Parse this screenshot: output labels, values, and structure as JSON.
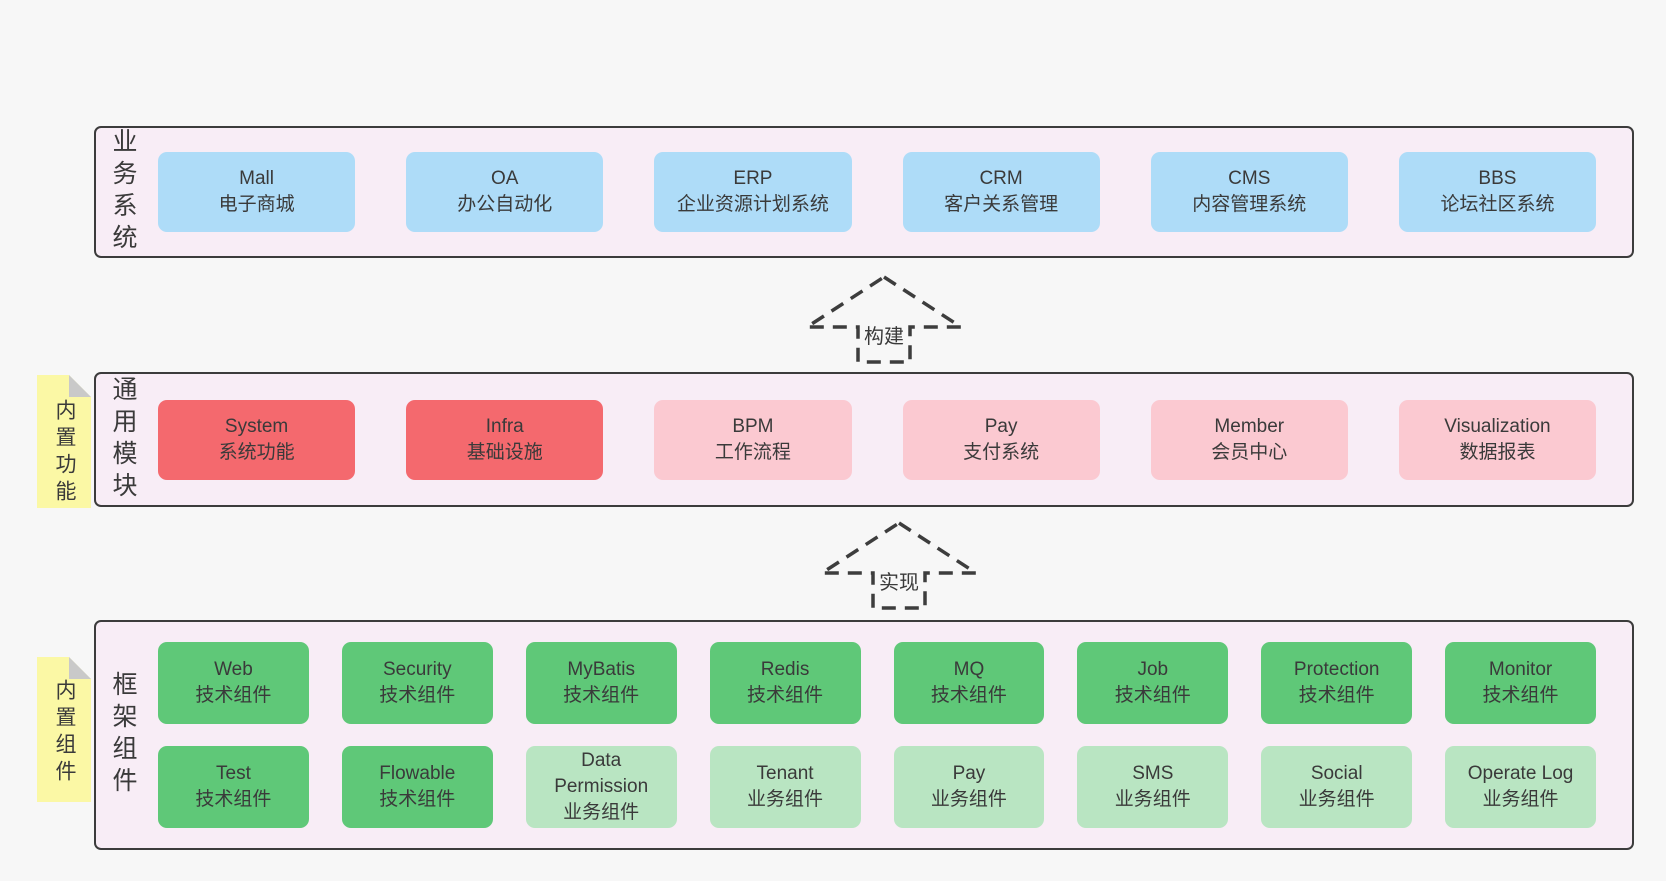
{
  "page": {
    "background": "#f7f7f7"
  },
  "colors": {
    "band_background": "#f8edf6",
    "band_border": "#3c3c3c",
    "text": "#3a3a3a",
    "blue": "#aedcf8",
    "red": "#f4696e",
    "pink": "#fbc9d1",
    "green": "#5fc878",
    "light_green": "#b9e5c2",
    "sticky_yellow": "#fbf8a5",
    "sticky_fold": "#c9c9c9"
  },
  "arrows": [
    {
      "label": "构建"
    },
    {
      "label": "实现"
    }
  ],
  "bands": [
    {
      "label": "业务系统",
      "boxes": [
        {
          "title": "Mall",
          "subtitle": "电子商城"
        },
        {
          "title": "OA",
          "subtitle": "办公自动化"
        },
        {
          "title": "ERP",
          "subtitle": "企业资源计划系统"
        },
        {
          "title": "CRM",
          "subtitle": "客户关系管理"
        },
        {
          "title": "CMS",
          "subtitle": "内容管理系统"
        },
        {
          "title": "BBS",
          "subtitle": "论坛社区系统"
        }
      ]
    },
    {
      "label": "通用模块",
      "sticky_label": "内置功能",
      "boxes": [
        {
          "title": "System",
          "subtitle": "系统功能"
        },
        {
          "title": "Infra",
          "subtitle": "基础设施"
        },
        {
          "title": "BPM",
          "subtitle": "工作流程"
        },
        {
          "title": "Pay",
          "subtitle": "支付系统"
        },
        {
          "title": "Member",
          "subtitle": "会员中心"
        },
        {
          "title": "Visualization",
          "subtitle": "数据报表"
        }
      ]
    },
    {
      "label": "框架组件",
      "sticky_label": "内置组件",
      "boxes": [
        {
          "title": "Web",
          "subtitle": "技术组件"
        },
        {
          "title": "Security",
          "subtitle": "技术组件"
        },
        {
          "title": "MyBatis",
          "subtitle": "技术组件"
        },
        {
          "title": "Redis",
          "subtitle": "技术组件"
        },
        {
          "title": "MQ",
          "subtitle": "技术组件"
        },
        {
          "title": "Job",
          "subtitle": "技术组件"
        },
        {
          "title": "Protection",
          "subtitle": "技术组件"
        },
        {
          "title": "Monitor",
          "subtitle": "技术组件"
        },
        {
          "title": "Test",
          "subtitle": "技术组件"
        },
        {
          "title": "Flowable",
          "subtitle": "技术组件"
        },
        {
          "title": "Data Permission",
          "subtitle": "业务组件"
        },
        {
          "title": "Tenant",
          "subtitle": "业务组件"
        },
        {
          "title": "Pay",
          "subtitle": "业务组件"
        },
        {
          "title": "SMS",
          "subtitle": "业务组件"
        },
        {
          "title": "Social",
          "subtitle": "业务组件"
        },
        {
          "title": "Operate Log",
          "subtitle": "业务组件"
        }
      ]
    }
  ]
}
